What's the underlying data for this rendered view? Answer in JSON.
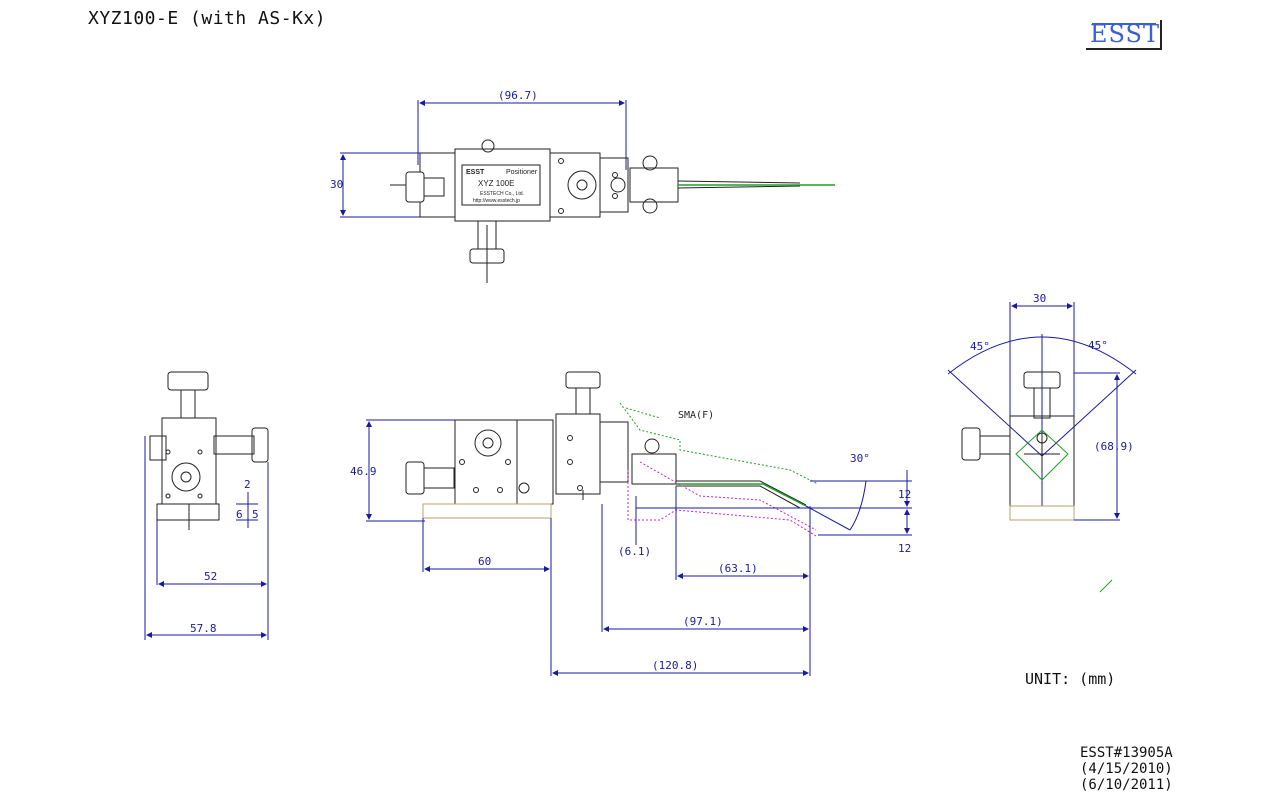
{
  "title": "XYZ100-E (with AS-Kx)",
  "logo_text": "ESST",
  "unit_label": "UNIT: (mm)",
  "doc": {
    "number": "ESST#13905A",
    "date1": "(4/15/2010)",
    "date2": "(6/10/2011)"
  },
  "plate": {
    "brand": "ESST",
    "type": "Positioner",
    "model": "XYZ 100E",
    "company": "ESSTECH Co., Ltd.",
    "url": "http://www.esstech.jp"
  },
  "dimensions": {
    "top_width": "(96.7)",
    "top_height": "30",
    "front_height": "46.9",
    "base_length": "60",
    "offset": "(6.1)",
    "probe_reach": "(63.1)",
    "span_97": "(97.1)",
    "total_length": "(120.8)",
    "angle": "30°",
    "rise_upper": "12",
    "rise_lower": "12",
    "connector": "SMA(F)",
    "side_width_52": "52",
    "side_width_578": "57.8",
    "side_2": "2",
    "side_6": "6",
    "side_5": "5",
    "right_width": "30",
    "right_angle_left": "45°",
    "right_angle_right": "45°",
    "right_height": "(68.9)"
  },
  "colors": {
    "dimension": "#1a1aa0",
    "outline": "#222222",
    "probe_green": "#1fa01f",
    "probe_magenta": "#d020d0",
    "base_tan": "#b8a070"
  }
}
